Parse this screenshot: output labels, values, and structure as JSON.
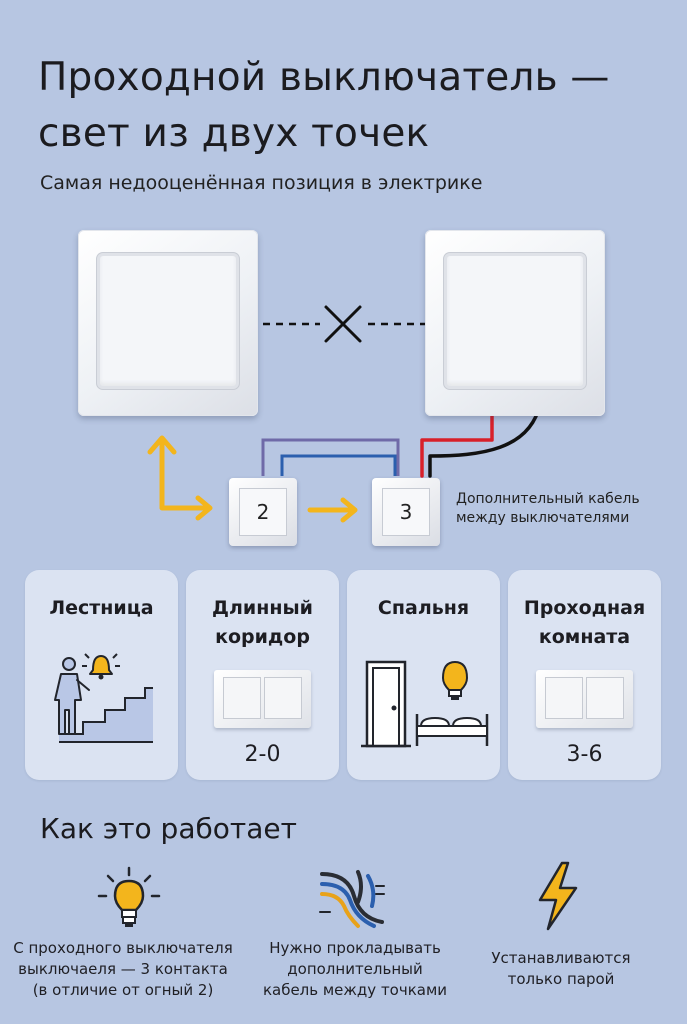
{
  "header": {
    "title_line1": "Проходной выключатель —",
    "title_line2": "свет из двух точек",
    "subtitle": "Самая недооценённая позиция в электрике"
  },
  "diagram": {
    "box_a_label": "2",
    "box_b_label": "3",
    "note_line1": "Дополнительный кабель",
    "note_line2": "между выключателями",
    "colors": {
      "yellow_arrow": "#f3b51c",
      "purple_wire": "#6f6aa8",
      "blue_wire": "#2b5fae",
      "red_wire": "#d8202a",
      "black_wire": "#111111"
    }
  },
  "cards": [
    {
      "title_line1": "Лестница",
      "title_line2": "",
      "number": "",
      "icon": "staircase-person-bell-icon"
    },
    {
      "title_line1": "Длинный",
      "title_line2": "коридор",
      "number": "2-0",
      "icon": "double-switch-icon"
    },
    {
      "title_line1": "Спальня",
      "title_line2": "",
      "number": "",
      "icon": "door-bed-bulb-icon"
    },
    {
      "title_line1": "Проходная",
      "title_line2": "комната",
      "number": "3-6",
      "icon": "double-switch-icon"
    }
  ],
  "how": {
    "heading": "Как это работает",
    "items": [
      {
        "icon": "lightbulb-icon",
        "line1": "С проходного выключателя",
        "line2": "выключаеля — 3 контакта",
        "line3": "(в отличие от огный 2)"
      },
      {
        "icon": "cables-icon",
        "line1": "Нужно прокладывать",
        "line2": "дополнительный",
        "line3": "кабель между точками"
      },
      {
        "icon": "lightning-icon",
        "line1": "Устанавливаются",
        "line2": "только парой",
        "line3": ""
      }
    ]
  }
}
